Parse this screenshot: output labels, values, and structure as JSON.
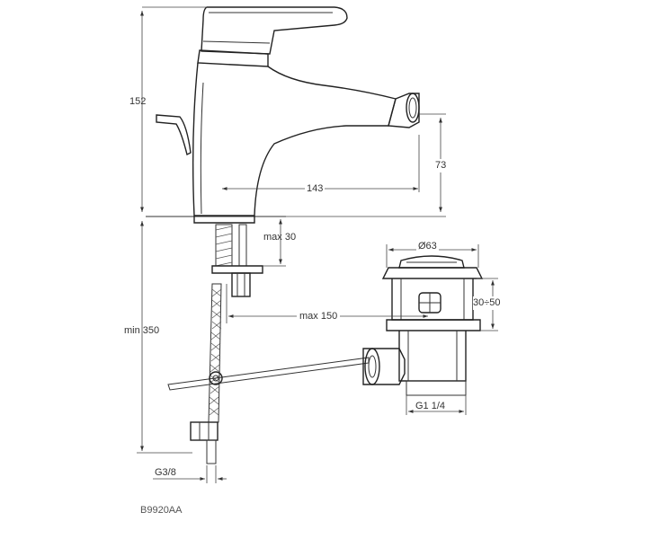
{
  "dimensions": {
    "height_total": "152",
    "spout_reach": "143",
    "spout_height": "73",
    "deck_thickness": "max 30",
    "hose_length": "min 350",
    "drain_diameter": "Ø63",
    "drain_stroke": "30÷50",
    "rod_length": "max 150",
    "drain_thread": "G1 1/4",
    "hose_thread": "G3/8"
  },
  "drawing_code": "B9920AA",
  "colors": {
    "line": "#333333",
    "background": "#ffffff"
  }
}
